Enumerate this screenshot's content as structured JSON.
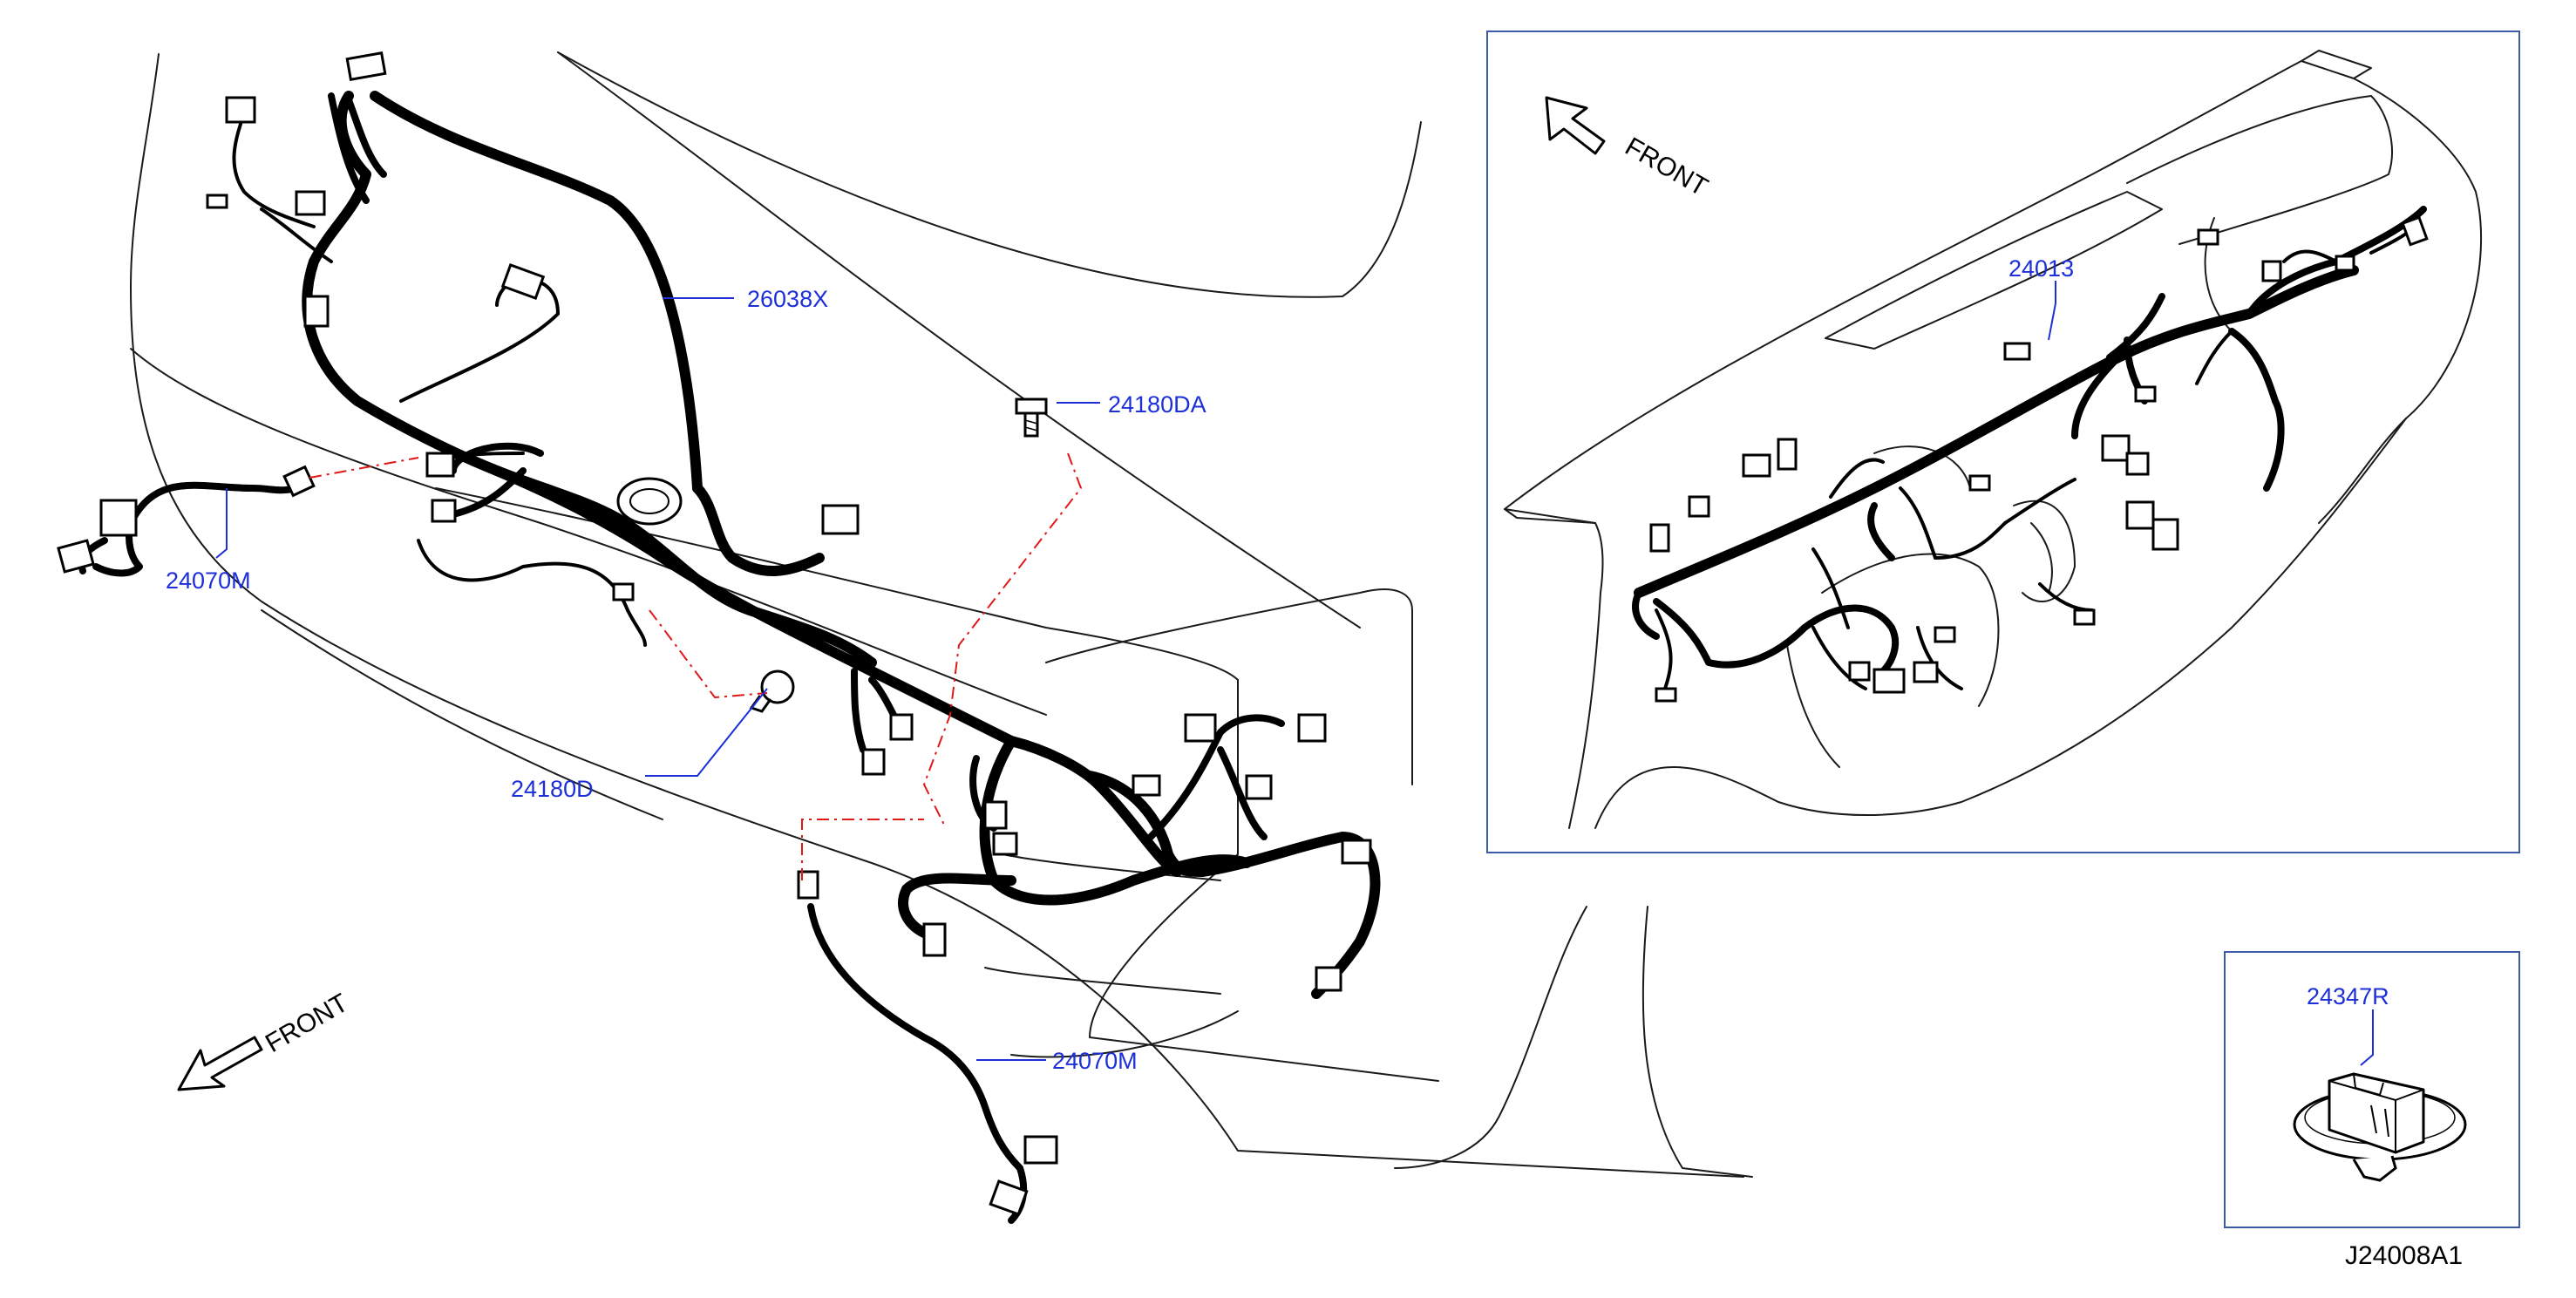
{
  "labels": {
    "main_harness": "26038X",
    "bolt_da": "24180DA",
    "harness_left": "24070M",
    "bolt_d": "24180D",
    "harness_lower": "24070M",
    "inset_harness": "24013",
    "clip": "24347R"
  },
  "front": {
    "main": "FRONT",
    "inset": "FRONT"
  },
  "diagram_code": "J24008A1",
  "colors": {
    "callout": "#1c2fd8",
    "dash_line": "#e01818",
    "frame": "#3c5aa8",
    "harness": "#000000"
  }
}
